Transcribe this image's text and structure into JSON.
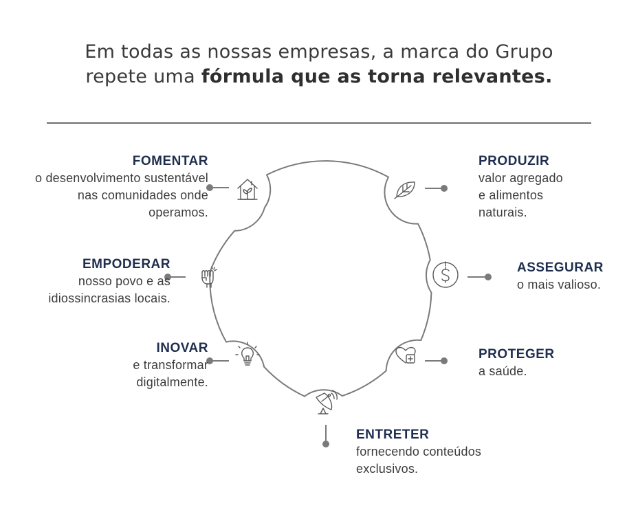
{
  "title": {
    "line1": "Em todas as nossas empresas, a marca do Grupo",
    "line2_regular": "repete uma ",
    "line2_bold": "fórmula que as torna relevantes."
  },
  "items": [
    {
      "heading": "FOMENTAR",
      "desc": "o desenvolvimento sustentável\nnas comunidades onde\noperamos.",
      "icon": "house-plant-icon"
    },
    {
      "heading": "PRODUZIR",
      "desc": "valor agregado\ne alimentos\nnaturais.",
      "icon": "leaf-icon"
    },
    {
      "heading": "EMPODERAR",
      "desc": "nosso povo e as\nidiossincrasias  locais.",
      "icon": "raised-fist-icon"
    },
    {
      "heading": "ASSEGURAR",
      "desc": "o mais valioso.",
      "icon": "dollar-coin-icon"
    },
    {
      "heading": "INOVAR",
      "desc": "e transformar\ndigitalmente.",
      "icon": "lightbulb-icon"
    },
    {
      "heading": "PROTEGER",
      "desc": "a saúde.",
      "icon": "heart-plus-icon"
    },
    {
      "heading": "ENTRETER",
      "desc": "fornecendo conteúdos\nexclusivos.",
      "icon": "satellite-dish-icon"
    }
  ],
  "colors": {
    "heading": "#1f2e4f",
    "text": "#3c3c3c",
    "line": "#7a7a7a",
    "dot": "#7a7a7a"
  }
}
